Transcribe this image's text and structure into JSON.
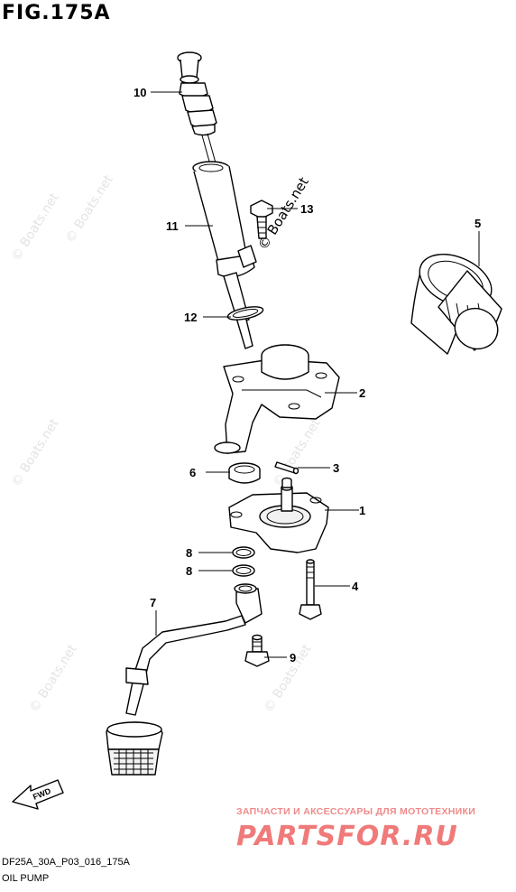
{
  "figure": {
    "title": "FIG.175A",
    "code": "DF25A_30A_P03_016_175A",
    "name": "OIL PUMP"
  },
  "callouts": [
    "1",
    "2",
    "3",
    "4",
    "5",
    "6",
    "7",
    "8",
    "8",
    "9",
    "10",
    "11",
    "12",
    "13"
  ],
  "direction_indicator": "FWD",
  "watermark_text": "© Boats.net",
  "copyright_overlay": "© Boats.net",
  "brand": {
    "subtitle": "ЗАПЧАСТИ И АКСЕССУАРЫ ДЛЯ МОТОТЕХНИКИ",
    "logo": "PARTSFOR.RU",
    "color": "#f07a7a"
  }
}
